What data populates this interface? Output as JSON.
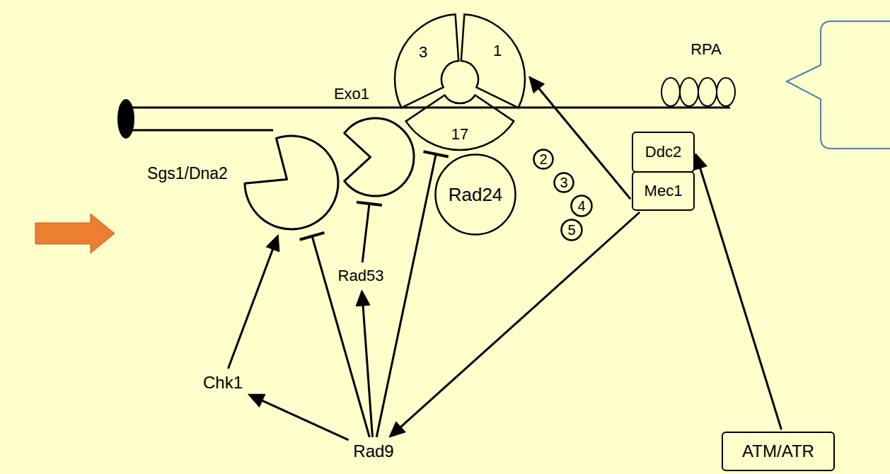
{
  "diagram": {
    "nodes": [
      {
        "text": [
          "3"
        ]
      },
      {
        "text": [
          "1"
        ]
      },
      {
        "text": [
          "17"
        ]
      },
      {
        "text": [
          "RPA"
        ]
      },
      {
        "text": [
          "Exo1"
        ]
      },
      {
        "text": [
          "Sgs1/Dna2"
        ]
      },
      {
        "text": [
          "Rad24"
        ]
      },
      {
        "text": [
          "2"
        ]
      },
      {
        "text": [
          "3"
        ]
      },
      {
        "text": [
          "4"
        ]
      },
      {
        "text": [
          "5"
        ]
      },
      {
        "text": [
          "Ddc2"
        ]
      },
      {
        "text": [
          "Mec1"
        ]
      },
      {
        "text": [
          "Rad53"
        ]
      },
      {
        "text": [
          "ATM/ATR"
        ]
      },
      {
        "text": [
          "Chk1"
        ]
      },
      {
        "text": [
          "Rad9"
        ]
      }
    ],
    "edges": [
      {
        "from": 16,
        "to": 15,
        "arrow": "to"
      },
      {
        "from": 15,
        "to": 5,
        "arrow": "to"
      },
      {
        "from": 16,
        "to": 5,
        "arrow": "to"
      },
      {
        "from": 16,
        "to": 13,
        "arrow": "to"
      },
      {
        "from": 13,
        "to": 4,
        "arrow": "to"
      },
      {
        "from": 16,
        "to": 2,
        "arrow": "to"
      },
      {
        "from": 12,
        "to": 16,
        "arrow": "to"
      },
      {
        "from": 12,
        "to": 1,
        "arrow": "to"
      },
      {
        "from": 14,
        "to": 11,
        "arrow": "to"
      }
    ]
  }
}
